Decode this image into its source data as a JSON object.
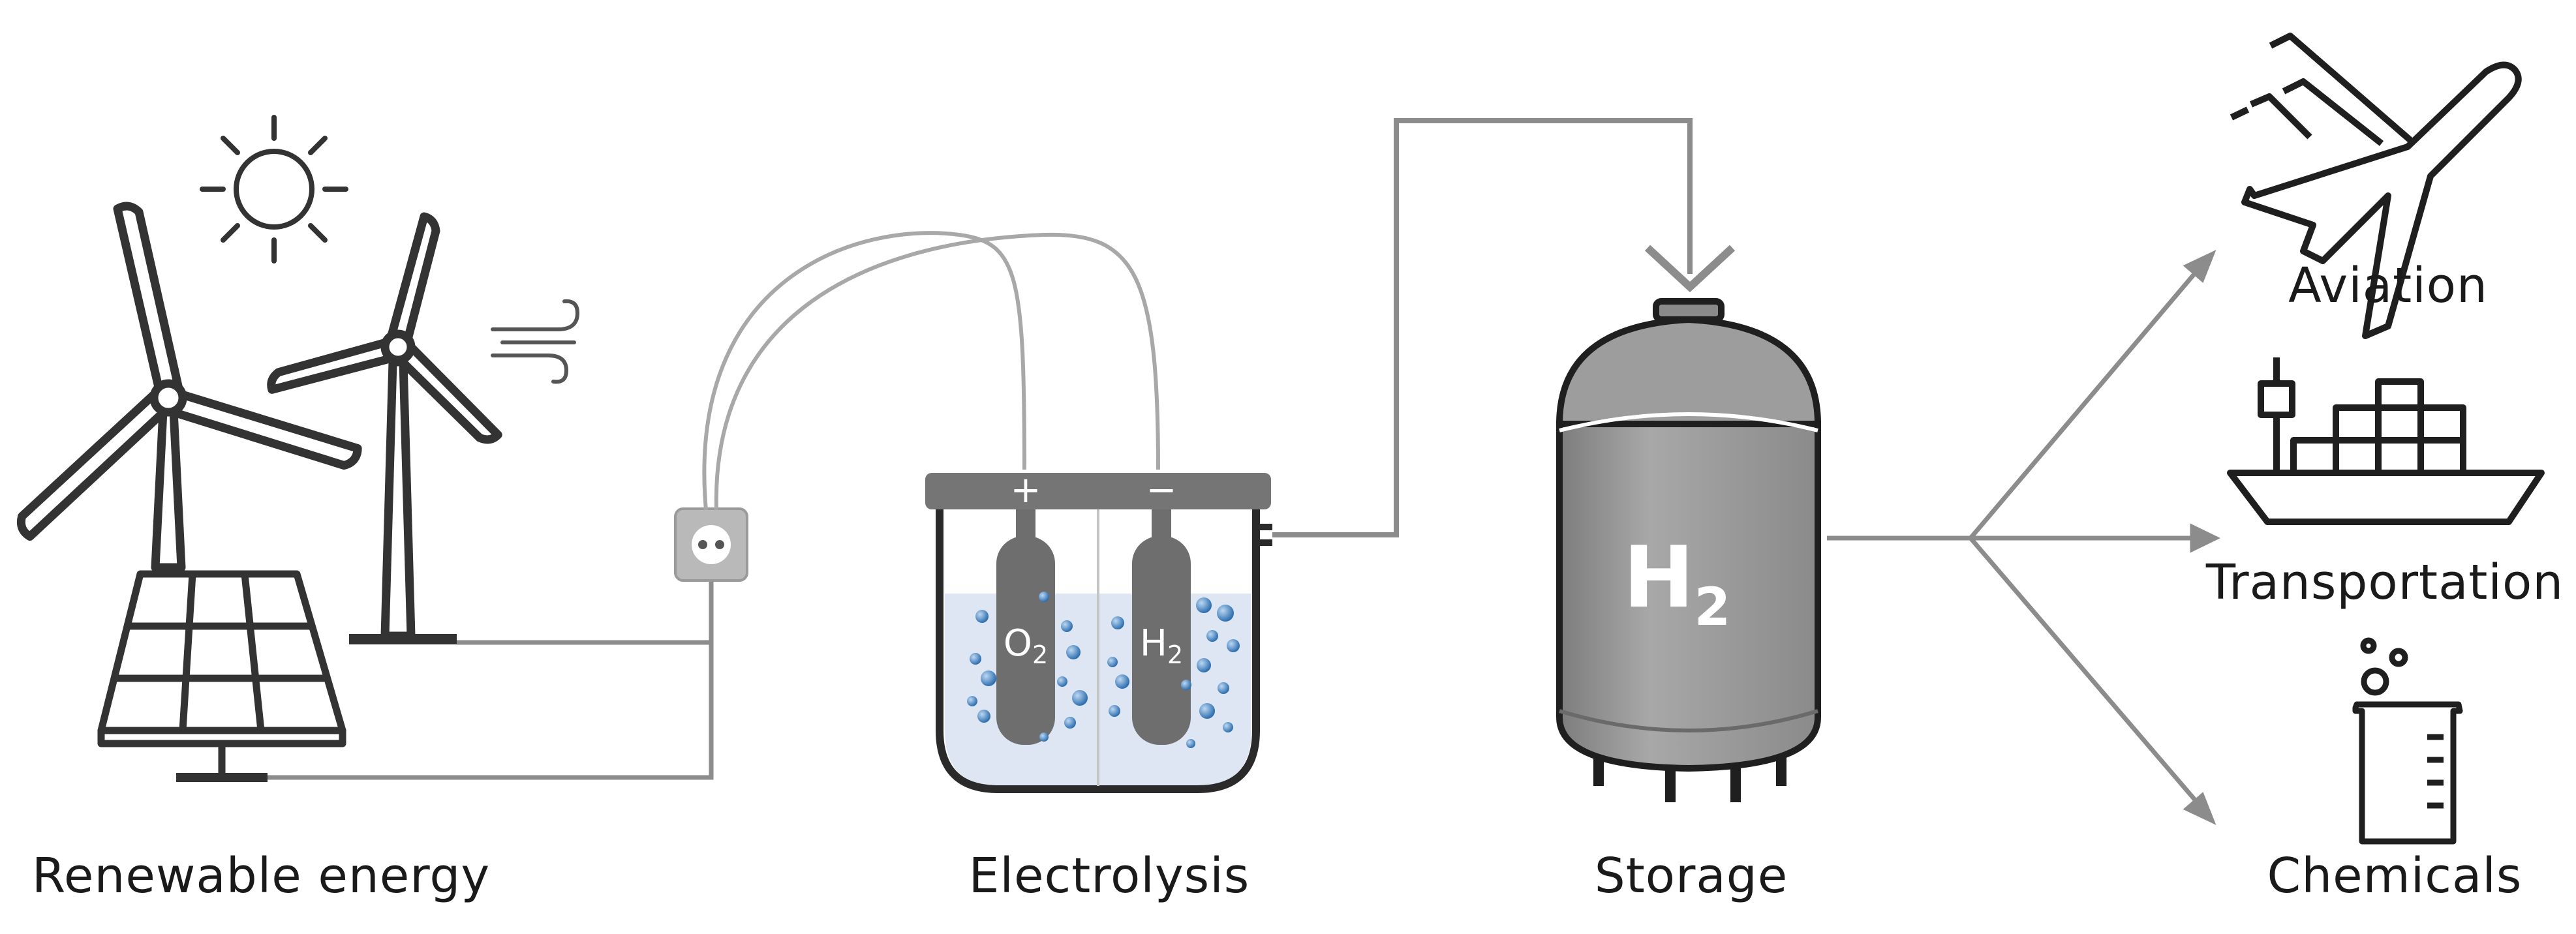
{
  "stages": {
    "renewable": {
      "label": "Renewable energy"
    },
    "electrolysis": {
      "label": "Electrolysis",
      "anode_sign": "+",
      "cathode_sign": "−",
      "anode_gas": {
        "main": "O",
        "sub": "2"
      },
      "cathode_gas": {
        "main": "H",
        "sub": "2"
      }
    },
    "storage": {
      "label": "Storage",
      "gas": {
        "main": "H",
        "sub": "2"
      }
    }
  },
  "applications": [
    {
      "label": "Aviation",
      "icon": "airplane-icon"
    },
    {
      "label": "Transportation",
      "icon": "ship-icon"
    },
    {
      "label": "Chemicals",
      "icon": "beaker-icon"
    }
  ],
  "colors": {
    "line": "#8c8c8c",
    "icon_stroke": "#333333",
    "electrode": "#6e6e6e",
    "lid": "#757575",
    "tank": "#9a9a9a",
    "electrolyte": "#dde6f2",
    "bubble": "#3f7fc0"
  }
}
